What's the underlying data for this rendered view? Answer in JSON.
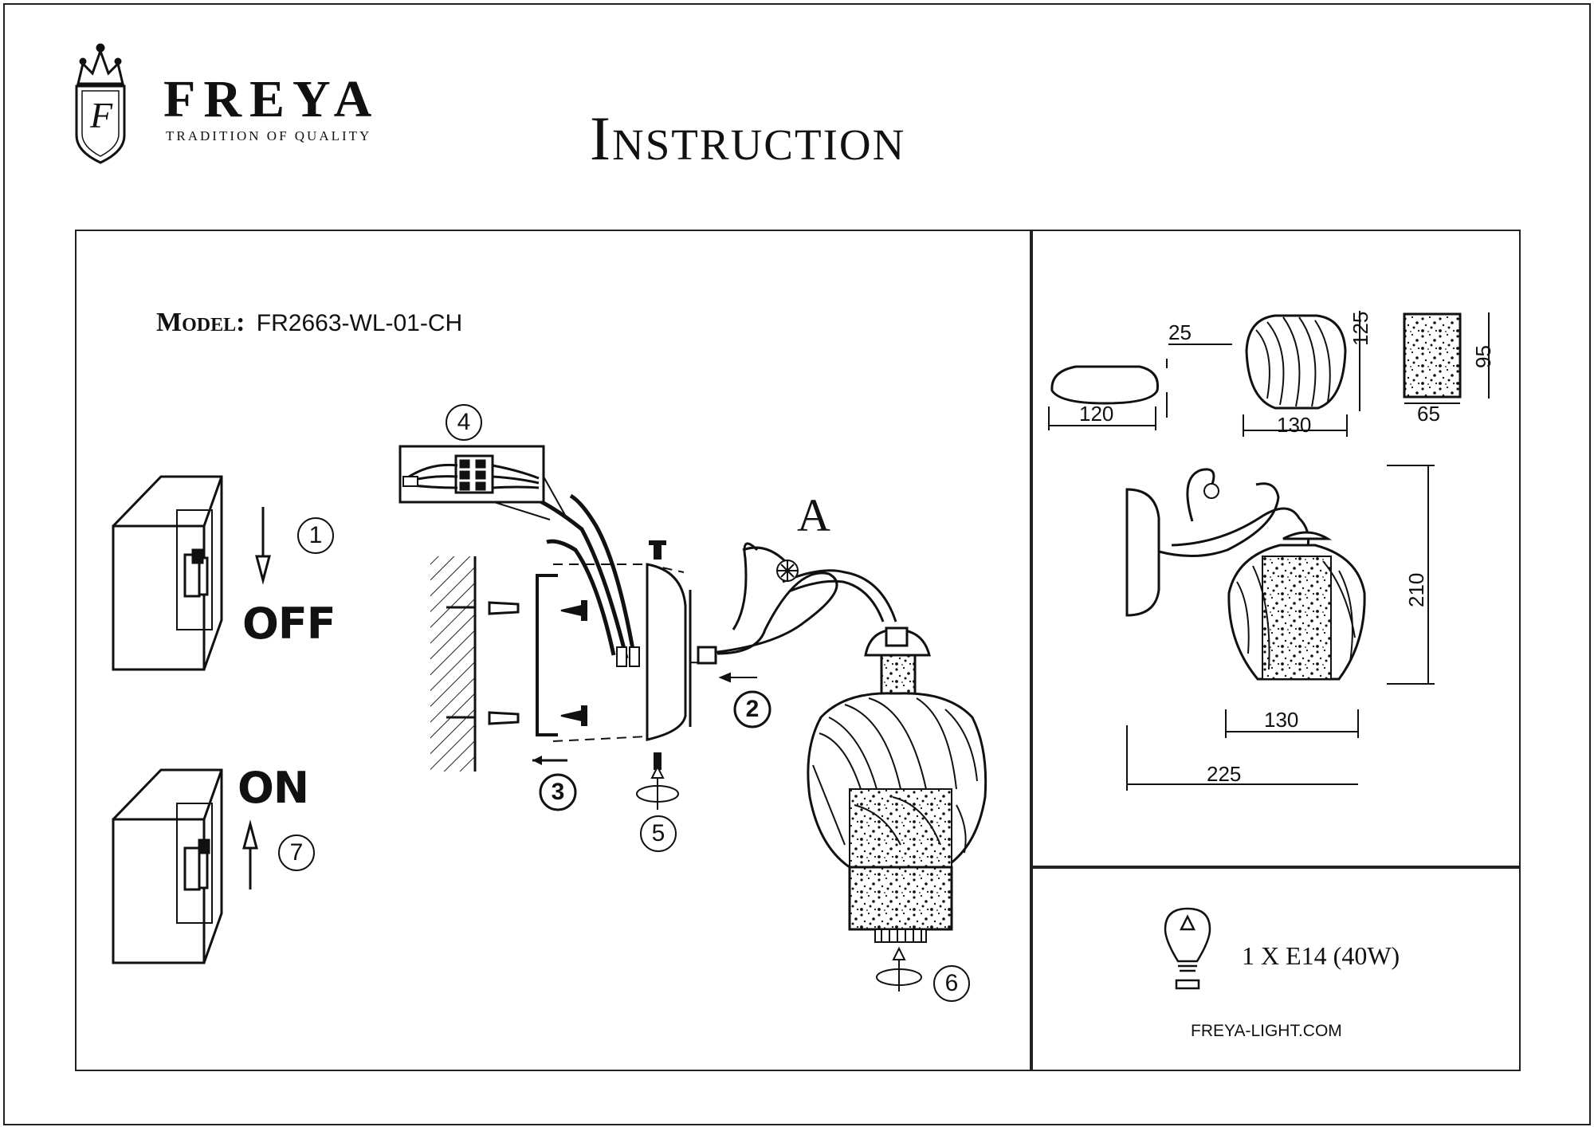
{
  "header": {
    "brand_name": "FREYA",
    "brand_tagline": "TRADITION OF QUALITY",
    "brand_monogram": "F",
    "title": "Instruction"
  },
  "model": {
    "label": "Model:",
    "code": "FR2663-WL-01-CH"
  },
  "switch": {
    "off_label": "OFF",
    "on_label": "ON"
  },
  "steps": [
    "1",
    "2",
    "3",
    "4",
    "5",
    "6",
    "7"
  ],
  "detail_ref": "A",
  "dimensions": {
    "canopy_width": "120",
    "canopy_depth": "25",
    "shade_height": "125",
    "shade_width": "130",
    "inner_shade_height": "95",
    "inner_shade_width": "65",
    "fixture_height": "210",
    "fixture_shade_width": "130",
    "fixture_projection": "225"
  },
  "bulb": {
    "spec": "1 X E14 (40W)",
    "icon": "light-bulb-icon"
  },
  "footer": {
    "website": "FREYA-LIGHT.COM"
  }
}
